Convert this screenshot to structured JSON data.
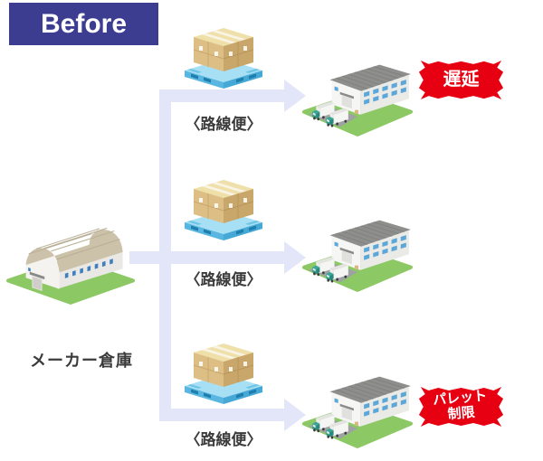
{
  "banner": {
    "label": "Before",
    "bg_color": "#3C3D90"
  },
  "source": {
    "label": "メーカー倉庫",
    "illustration": "factory-warehouse"
  },
  "routes": [
    {
      "transport_label": "〈路線便〉",
      "cargo_illustration": "boxes-on-pallet",
      "destination_illustration": "warehouse-with-trucks",
      "badge_lines": [
        "遅延"
      ]
    },
    {
      "transport_label": "〈路線便〉",
      "cargo_illustration": "boxes-on-pallet",
      "destination_illustration": "warehouse-with-trucks",
      "badge_lines": []
    },
    {
      "transport_label": "〈路線便〉",
      "cargo_illustration": "boxes-on-pallet",
      "destination_illustration": "warehouse-with-trucks",
      "badge_lines": [
        "パレット",
        "制限"
      ]
    }
  ],
  "colors": {
    "badge_red": "#E60012",
    "arrow_lavender": "#E2E6F8",
    "label_text": "#3B3B3B",
    "grass_green": "#8CC863",
    "pallet_blue": "#7FCDEC",
    "box_tan": "#DDBE85",
    "truck_teal": "#2E9D90",
    "roof_gray": "#8E8E8C"
  }
}
